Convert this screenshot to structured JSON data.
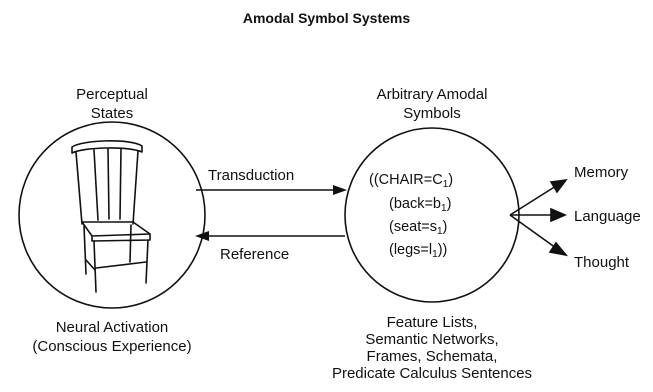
{
  "title": "Amodal Symbol Systems",
  "perceptual": {
    "line1": "Perceptual",
    "line2": "States"
  },
  "amodal": {
    "line1": "Arbitrary Amodal",
    "line2": "Symbols"
  },
  "arrows": {
    "transduction": "Transduction",
    "reference": "Reference"
  },
  "symbols": {
    "s1_pre": "((CHAIR=C",
    "s1_sub": "1",
    "s1_post": ")",
    "s2_pre": "(back=b",
    "s2_sub": "1",
    "s2_post": ")",
    "s3_pre": "(seat=s",
    "s3_sub": "1",
    "s3_post": ")",
    "s4_pre": "(legs=l",
    "s4_sub": "1",
    "s4_post": "))"
  },
  "outputs": [
    "Memory",
    "Language",
    "Thought"
  ],
  "neural": {
    "line1": "Neural Activation",
    "line2": "(Conscious Experience)"
  },
  "formats": [
    "Feature Lists,",
    "Semantic Networks,",
    "Frames, Schemata,",
    "Predicate Calculus Sentences"
  ]
}
